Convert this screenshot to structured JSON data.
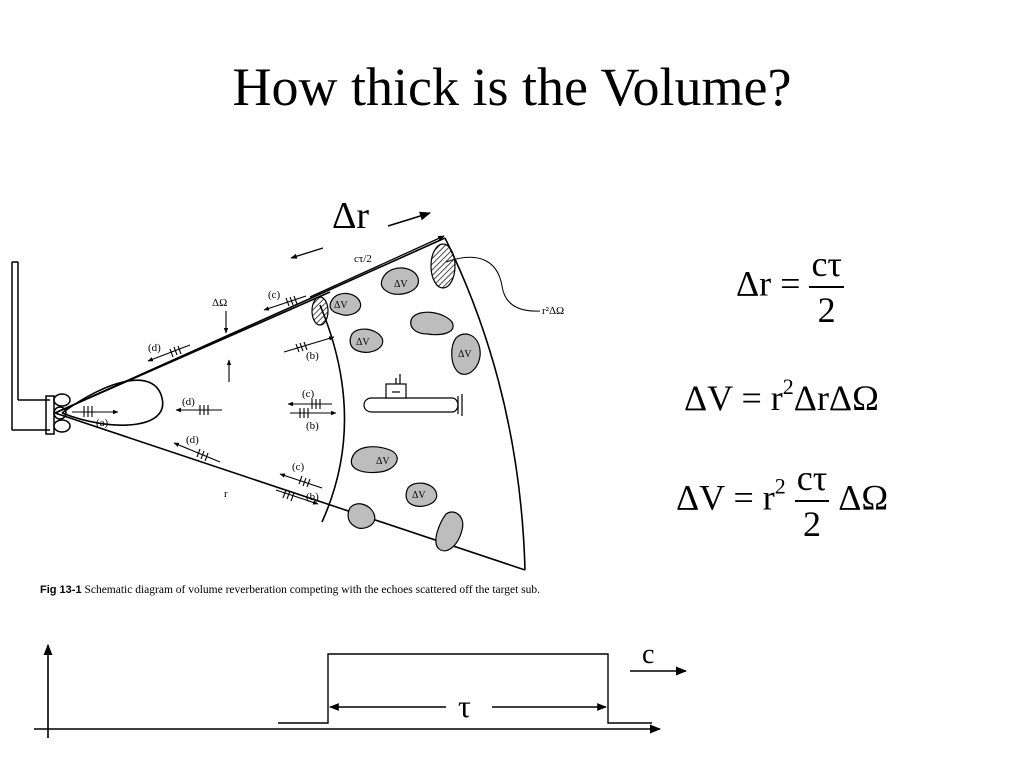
{
  "slide": {
    "title": "How thick is the Volume?"
  },
  "figure": {
    "delta_r_label": "Δr",
    "c_tau_half_label": "cτ/2",
    "r2_domega_label": "r²ΔΩ",
    "domega_label": "ΔΩ",
    "r_label": "r",
    "dv_label": "ΔV",
    "label_a": "(a)",
    "label_b": "(b)",
    "label_c": "(c)",
    "label_d": "(d)",
    "caption_number": "Fig 13-1",
    "caption_text": "Schematic diagram of volume reverberation competing with the echoes scattered off the target sub."
  },
  "equations": {
    "eq1_lhs": "Δr =",
    "eq1_num": "cτ",
    "eq1_den": "2",
    "eq2_lhs": "ΔV = r",
    "eq2_exp": "2",
    "eq2_rhs": "ΔrΔΩ",
    "eq3_lhs": "ΔV = r",
    "eq3_exp": "2",
    "eq3_num": "cτ",
    "eq3_den": "2",
    "eq3_rhs": "ΔΩ"
  },
  "pulse": {
    "c_label": "c",
    "tau_label": "τ"
  },
  "colors": {
    "ink": "#000000",
    "blob_fill": "#bdbdbd",
    "background": "#ffffff"
  }
}
